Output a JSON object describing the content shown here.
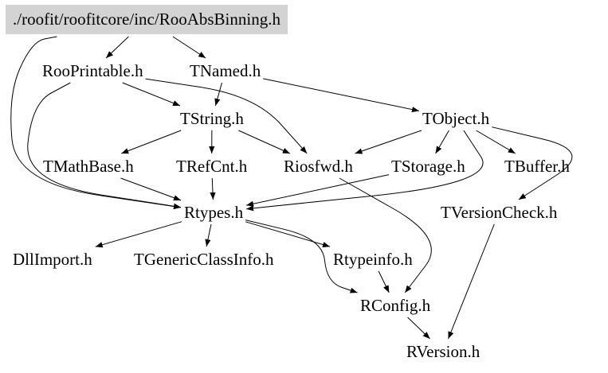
{
  "graph": {
    "title": "./roofit/roofitcore/inc/RooAbsBinning.h",
    "nodes": [
      {
        "id": "root",
        "label": "./roofit/roofitcore/inc/RooAbsBinning.h",
        "highlighted": true
      },
      {
        "id": "rooprintable",
        "label": "RooPrintable.h"
      },
      {
        "id": "tnamed",
        "label": "TNamed.h"
      },
      {
        "id": "tstring",
        "label": "TString.h"
      },
      {
        "id": "tobject",
        "label": "TObject.h"
      },
      {
        "id": "tmathbase",
        "label": "TMathBase.h"
      },
      {
        "id": "trefcnt",
        "label": "TRefCnt.h"
      },
      {
        "id": "riosfwd",
        "label": "Riosfwd.h"
      },
      {
        "id": "tstorage",
        "label": "TStorage.h"
      },
      {
        "id": "tbuffer",
        "label": "TBuffer.h"
      },
      {
        "id": "rtypes",
        "label": "Rtypes.h"
      },
      {
        "id": "tversioncheck",
        "label": "TVersionCheck.h"
      },
      {
        "id": "dllimport",
        "label": "DllImport.h"
      },
      {
        "id": "tgenericclassinfo",
        "label": "TGenericClassInfo.h"
      },
      {
        "id": "rtypeinfo",
        "label": "Rtypeinfo.h"
      },
      {
        "id": "rconfig",
        "label": "RConfig.h"
      },
      {
        "id": "rversion",
        "label": "RVersion.h"
      }
    ],
    "edges": [
      {
        "from": "root",
        "to": "rooprintable"
      },
      {
        "from": "root",
        "to": "tnamed"
      },
      {
        "from": "root",
        "to": "rtypes"
      },
      {
        "from": "rooprintable",
        "to": "tstring"
      },
      {
        "from": "rooprintable",
        "to": "riosfwd"
      },
      {
        "from": "rooprintable",
        "to": "rtypes"
      },
      {
        "from": "tnamed",
        "to": "tstring"
      },
      {
        "from": "tnamed",
        "to": "tobject"
      },
      {
        "from": "tstring",
        "to": "tmathbase"
      },
      {
        "from": "tstring",
        "to": "trefcnt"
      },
      {
        "from": "tstring",
        "to": "riosfwd"
      },
      {
        "from": "tobject",
        "to": "riosfwd"
      },
      {
        "from": "tobject",
        "to": "tstorage"
      },
      {
        "from": "tobject",
        "to": "tbuffer"
      },
      {
        "from": "tobject",
        "to": "rtypes"
      },
      {
        "from": "tobject",
        "to": "tversioncheck"
      },
      {
        "from": "tmathbase",
        "to": "rtypes"
      },
      {
        "from": "trefcnt",
        "to": "rtypes"
      },
      {
        "from": "tstorage",
        "to": "rtypes"
      },
      {
        "from": "riosfwd",
        "to": "rconfig"
      },
      {
        "from": "rtypes",
        "to": "dllimport"
      },
      {
        "from": "rtypes",
        "to": "tgenericclassinfo"
      },
      {
        "from": "rtypes",
        "to": "rtypeinfo"
      },
      {
        "from": "rtypes",
        "to": "rconfig"
      },
      {
        "from": "rtypeinfo",
        "to": "rconfig"
      },
      {
        "from": "tversioncheck",
        "to": "rversion"
      },
      {
        "from": "rconfig",
        "to": "rversion"
      }
    ]
  },
  "colors": {
    "root_fill": "#d3d3d3",
    "edge": "#000000",
    "text": "#000000"
  }
}
